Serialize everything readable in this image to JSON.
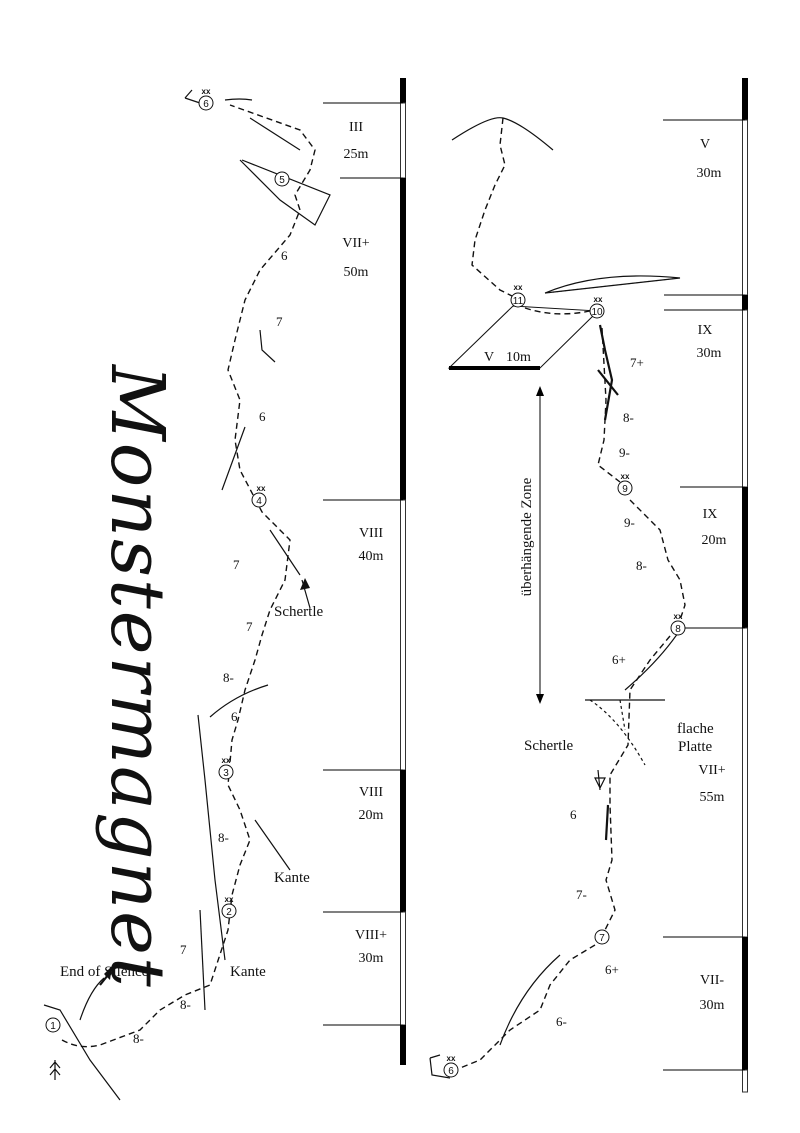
{
  "title": "Monstermagnet",
  "left_scale": [
    {
      "grade": "III",
      "length": "25m"
    },
    {
      "grade": "VII+",
      "length": "50m"
    },
    {
      "grade": "VIII",
      "length": "40m"
    },
    {
      "grade": "VIII",
      "length": "20m"
    },
    {
      "grade": "VIII+",
      "length": "30m"
    }
  ],
  "right_scale": [
    {
      "grade": "V",
      "length": "30m"
    },
    {
      "grade": "IX",
      "length": "30m"
    },
    {
      "grade": "IX",
      "length": "20m"
    },
    {
      "grade": "VII+",
      "length": "55m"
    },
    {
      "grade": "VII-",
      "length": "30m"
    }
  ],
  "left_belays": [
    "1",
    "2",
    "3",
    "4",
    "5",
    "6"
  ],
  "right_belays": [
    "6",
    "7",
    "8",
    "9",
    "10",
    "11"
  ],
  "bolt_mark": "xx",
  "left_grades": [
    "8-",
    "8-",
    "7",
    "8-",
    "6",
    "8-",
    "7",
    "7",
    "6",
    "7",
    "6"
  ],
  "right_grades": [
    "7+",
    "8-",
    "9-",
    "9-",
    "8-",
    "6+",
    "6",
    "7-",
    "6+",
    "6-"
  ],
  "annotations": {
    "schertle_left": "Schertle",
    "kante_upper": "Kante",
    "kante_lower": "Kante",
    "end_of_silence": "End of Silence",
    "schertle_right": "Schertle",
    "flache": "flache",
    "platte": "Platte",
    "overhang_zone": "überhängende Zone",
    "traverse_grade": "V",
    "traverse_length": "10m"
  }
}
